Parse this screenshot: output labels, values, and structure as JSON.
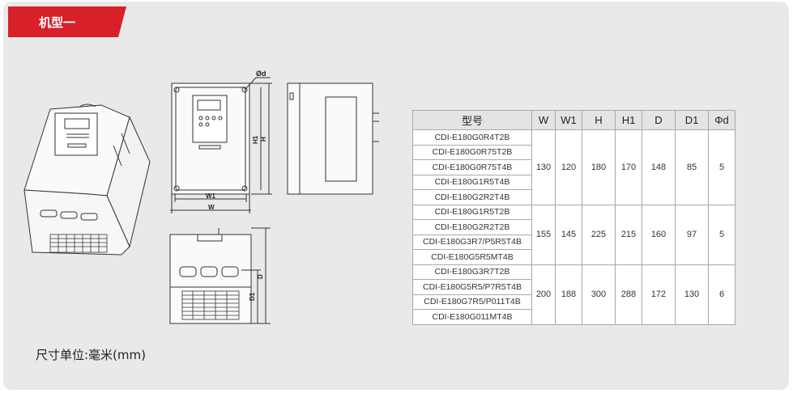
{
  "tag": "机型一",
  "unit_note": "尺寸单位:毫米(mm)",
  "drawing_labels": {
    "phi_d": "Ød",
    "h1": "H1",
    "h": "H",
    "w1": "W1",
    "w": "W",
    "d": "D",
    "d1": "D1"
  },
  "table": {
    "headers": [
      "型号",
      "W",
      "W1",
      "H",
      "H1",
      "D",
      "D1",
      "Φd"
    ],
    "groups": [
      {
        "models": [
          "CDI-E180G0R4T2B",
          "CDI-E180G0R75T2B",
          "CDI-E180G0R75T4B",
          "CDI-E180G1R5T4B",
          "CDI-E180G2R2T4B"
        ],
        "values": [
          "130",
          "120",
          "180",
          "170",
          "148",
          "85",
          "5"
        ]
      },
      {
        "models": [
          "CDI-E180G1R5T2B",
          "CDI-E180G2R2T2B",
          "CDI-E180G3R7/P5R5T4B",
          "CDI-E180G5R5MT4B"
        ],
        "values": [
          "155",
          "145",
          "225",
          "215",
          "160",
          "97",
          "5"
        ]
      },
      {
        "models": [
          "CDI-E180G3R7T2B",
          "CDI-E180G5R5/P7R5T4B",
          "CDI-E180G7R5/P011T4B",
          "CDI-E180G011MT4B"
        ],
        "values": [
          "200",
          "188",
          "300",
          "288",
          "172",
          "130",
          "6"
        ]
      }
    ]
  }
}
